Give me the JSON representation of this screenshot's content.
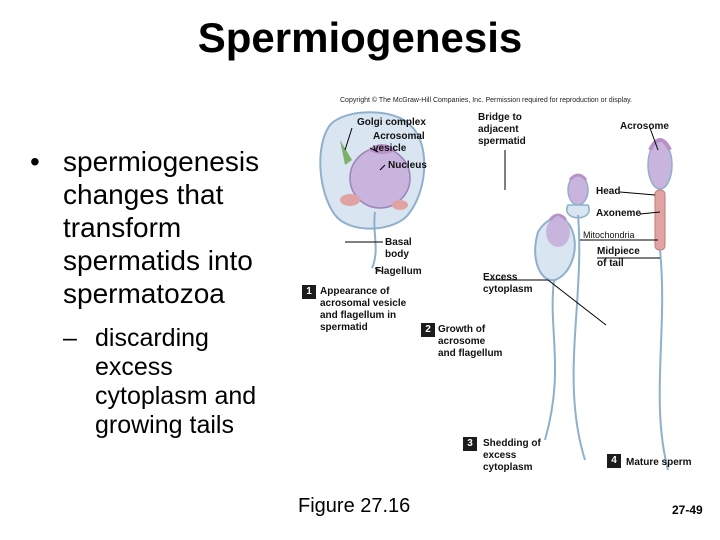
{
  "title": "Spermiogenesis",
  "copyright": "Copyright © The McGraw-Hill Companies, Inc. Permission required for reproduction or display.",
  "bullets": {
    "main": [
      "spermiogenesis",
      "changes that",
      "transform",
      "spermatids into",
      "spermatozoa"
    ],
    "sub": [
      "discarding",
      "excess",
      "cytoplasm and",
      "growing tails"
    ]
  },
  "figure_caption": "Figure 27.16",
  "page_number": "27-49",
  "labels": {
    "golgi_complex": "Golgi complex",
    "acrosomal_vesicle": [
      "Acrosomal",
      "vesicle"
    ],
    "nucleus": "Nucleus",
    "bridge": [
      "Bridge to",
      "adjacent",
      "spermatid"
    ],
    "acrosome": "Acrosome",
    "head": "Head",
    "axoneme": "Axoneme",
    "mitochondria": "Mitochondria",
    "midpiece": [
      "Midpiece",
      "of tail"
    ],
    "basal_body": [
      "Basal",
      "body"
    ],
    "flagellum": "Flagellum",
    "excess_cytoplasm": [
      "Excess",
      "cytoplasm"
    ]
  },
  "steps": [
    {
      "number": "1",
      "text": [
        "Appearance of",
        "acrosomal vesicle",
        "and flagellum in",
        "spermatid"
      ]
    },
    {
      "number": "2",
      "text": [
        "Growth of",
        "acrosome",
        "and flagellum"
      ]
    },
    {
      "number": "3",
      "text": [
        "Shedding of",
        "excess",
        "cytoplasm"
      ]
    },
    {
      "number": "4",
      "text": [
        "Mature sperm"
      ]
    }
  ],
  "colors": {
    "cell_body": "#d9e6f2",
    "cell_outline": "#8fb0cc",
    "nucleus": "#c8b4dc",
    "acrosome": "#b792c9",
    "golgi": "#7fb06a",
    "mitochondria": "#e0a3a3",
    "leader_line": "#000000",
    "step_badge": "#1c1c1c"
  }
}
